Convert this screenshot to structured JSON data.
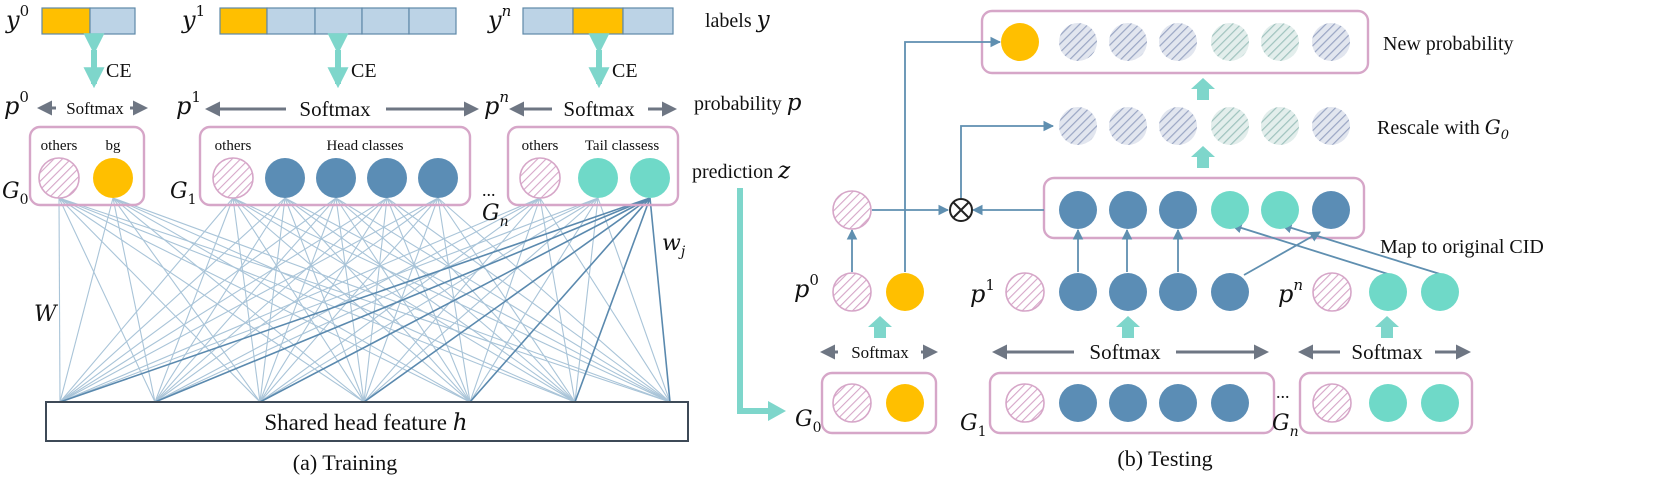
{
  "training": {
    "labels": [
      {
        "sym": "y",
        "sup": "0"
      },
      {
        "sym": "y",
        "sup": "1"
      },
      {
        "sym": "y",
        "sup": "n"
      }
    ],
    "ce": "CE",
    "probs": [
      {
        "sym": "p",
        "sup": "0"
      },
      {
        "sym": "p",
        "sup": "1"
      },
      {
        "sym": "p",
        "sup": "n"
      }
    ],
    "softmax": "Softmax",
    "groups": [
      {
        "sym": "G",
        "sub": "0"
      },
      {
        "sym": "G",
        "sub": "1"
      },
      {
        "sym": "G",
        "sub": "n"
      }
    ],
    "others": "others",
    "bg": "bg",
    "head_classes": "Head classes",
    "tail_classes": "Tail classess",
    "ellipsis": "...",
    "W": "W",
    "wj_sym": "w",
    "wj_sub": "j",
    "shared_feature": "Shared head feature",
    "shared_feature_sym": "h",
    "caption": "(a) Training"
  },
  "side_labels": {
    "labels_text": "labels",
    "labels_sym": "y",
    "probability_text": "probability",
    "probability_sym": "p",
    "prediction_text": "prediction",
    "prediction_sym": "z"
  },
  "testing": {
    "new_probability": "New probability",
    "rescale": "Rescale with",
    "rescale_sym": "G",
    "rescale_sub": "0",
    "map_to_cid": "Map to original CID",
    "probs": [
      {
        "sym": "p",
        "sup": "0"
      },
      {
        "sym": "p",
        "sup": "1"
      },
      {
        "sym": "p",
        "sup": "n"
      }
    ],
    "softmax": "Softmax",
    "groups": [
      {
        "sym": "G",
        "sub": "0"
      },
      {
        "sym": "G",
        "sub": "1"
      },
      {
        "sym": "G",
        "sub": "n"
      }
    ],
    "ellipsis": "...",
    "caption": "(b) Testing"
  },
  "colors": {
    "gold": "#FFBF00",
    "blue": "#5B8DB5",
    "teal": "#6FD9C8",
    "pink": "#D6A6C8",
    "label_cell": "#BCD3E6",
    "label_border": "#5E88A8",
    "arrow_teal": "#7ED6CB",
    "arrow_gray": "#6E7683",
    "line_light": "#A9C4D8",
    "line_dark": "#5A89AE",
    "connector": "#5F8FB0"
  }
}
